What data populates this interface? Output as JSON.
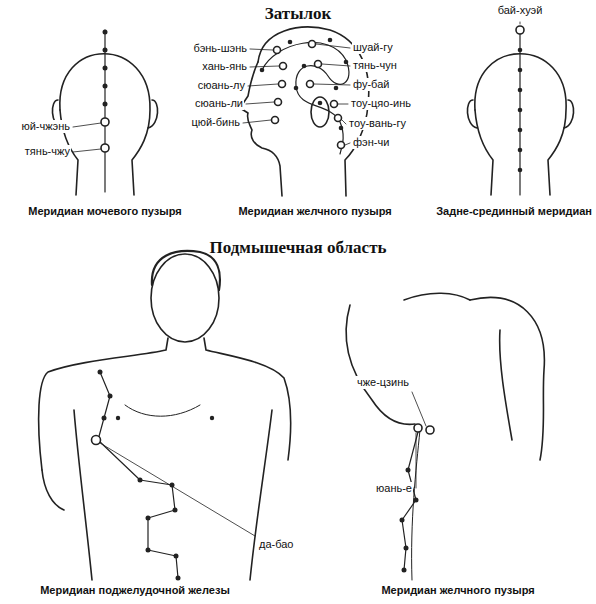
{
  "diagram": {
    "title": "Затылок",
    "labels": [
      "бай-хуэй",
      "бэнь-шэнь",
      "шуай-гу",
      "хань-янь",
      "тянь-чун",
      "сюань-лу",
      "фу-бай",
      "сюань-ли",
      "тоу-цяо-инь",
      "цюй-бинь",
      "тоу-вань-гу",
      "фэн-чи",
      "юй-чжэнь",
      "тянь-чжу",
      "Меридиан мочевого пузыря",
      "Меридиан желчного пузыря",
      "Задне-срединный меридиан",
      "Подмышечная область",
      "чже-цзинь",
      "юань-е",
      "да-бао",
      "Меридиан поджелудочной железы",
      "Меридиан желчного пузыря"
    ]
  }
}
